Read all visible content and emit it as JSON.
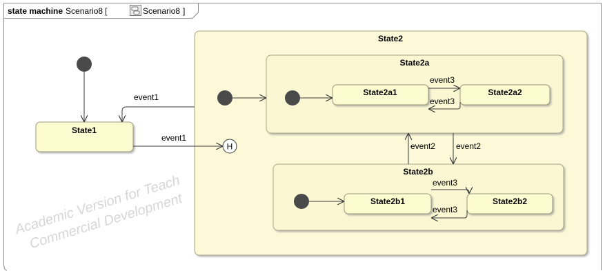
{
  "frame": {
    "keyword": "state  machine",
    "name": "Scenario8",
    "open_bracket": "[",
    "ref_name": "Scenario8",
    "close_bracket": "]",
    "icon": "state-machine-icon"
  },
  "watermark": {
    "line1": "Academic Version for Teach",
    "line2": "Commercial Development"
  },
  "states": {
    "state1": "State1",
    "state2": "State2",
    "state2a": "State2a",
    "state2a1": "State2a1",
    "state2a2": "State2a2",
    "state2b": "State2b",
    "state2b1": "State2b1",
    "state2b2": "State2b2"
  },
  "history": "H",
  "transitions": {
    "s2_to_s1": "event1",
    "s1_to_history": "event1",
    "s2a1_to_s2a2": "event3",
    "s2a2_to_s2a1": "event3",
    "s2b_to_s2a": "event2",
    "s2a_to_s2b": "event2",
    "s2b1_to_s2b2": "event3",
    "s2b2_to_s2b1": "event3"
  },
  "colors": {
    "state_fill": "#fdfbd0",
    "composite_fill": "#fcf8d8",
    "border": "#9c9a7c",
    "initial": "#4a4a4a"
  }
}
